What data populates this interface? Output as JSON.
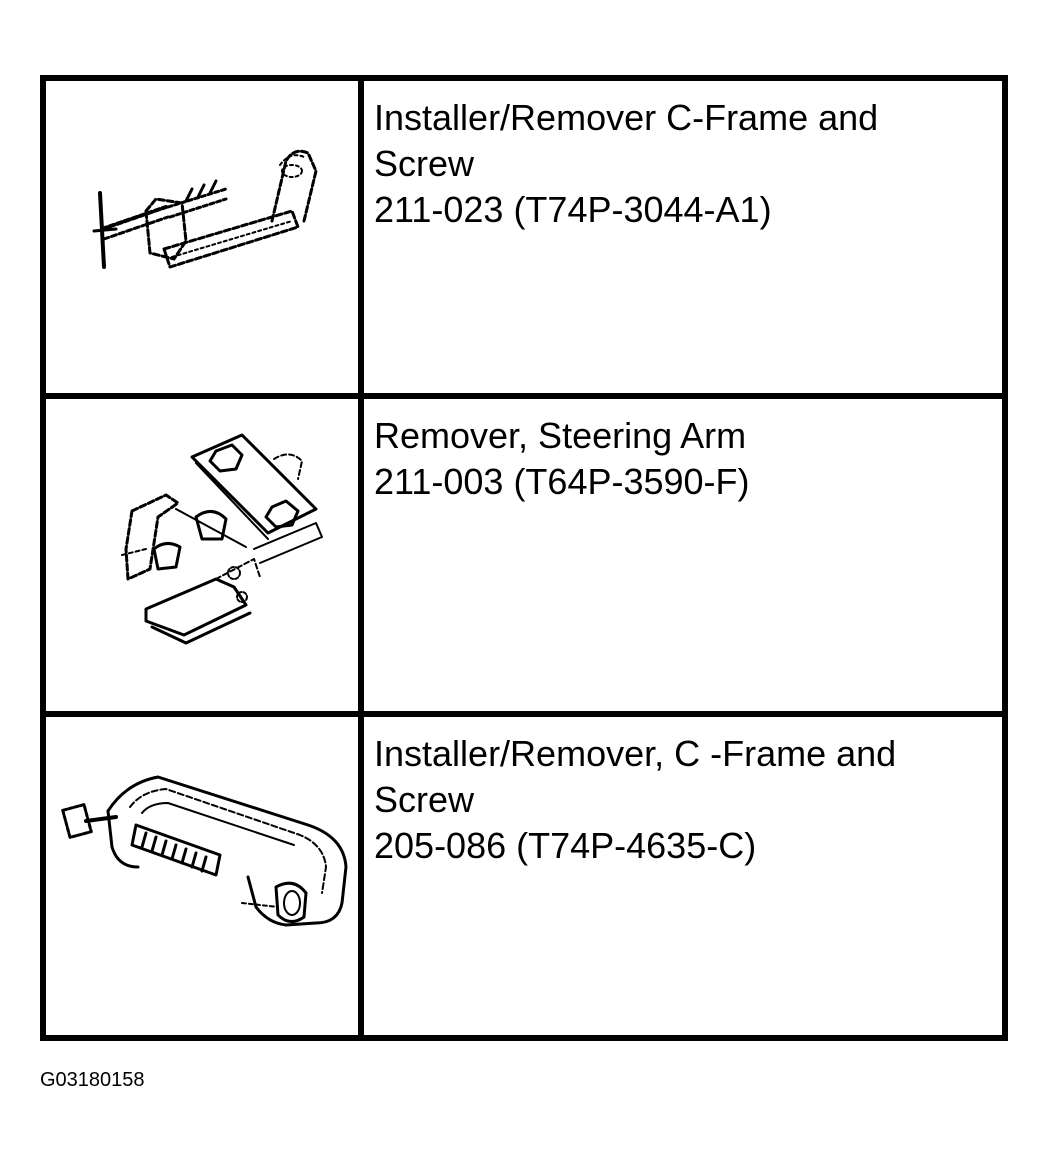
{
  "tools": [
    {
      "name_lines": [
        "Installer/Remover C-Frame and",
        "Screw"
      ],
      "part_number": "211-023 (T74P-3044-A1)",
      "icon": "c-frame-screw-icon"
    },
    {
      "name_lines": [
        "Remover, Steering Arm"
      ],
      "part_number": "211-003 (T64P-3590-F)",
      "icon": "steering-arm-remover-icon"
    },
    {
      "name_lines": [
        "Installer/Remover, C -Frame and",
        "Screw"
      ],
      "part_number": "205-086 (T74P-4635-C)",
      "icon": "c-frame-clamp-icon"
    }
  ],
  "figure_code": "G03180158"
}
